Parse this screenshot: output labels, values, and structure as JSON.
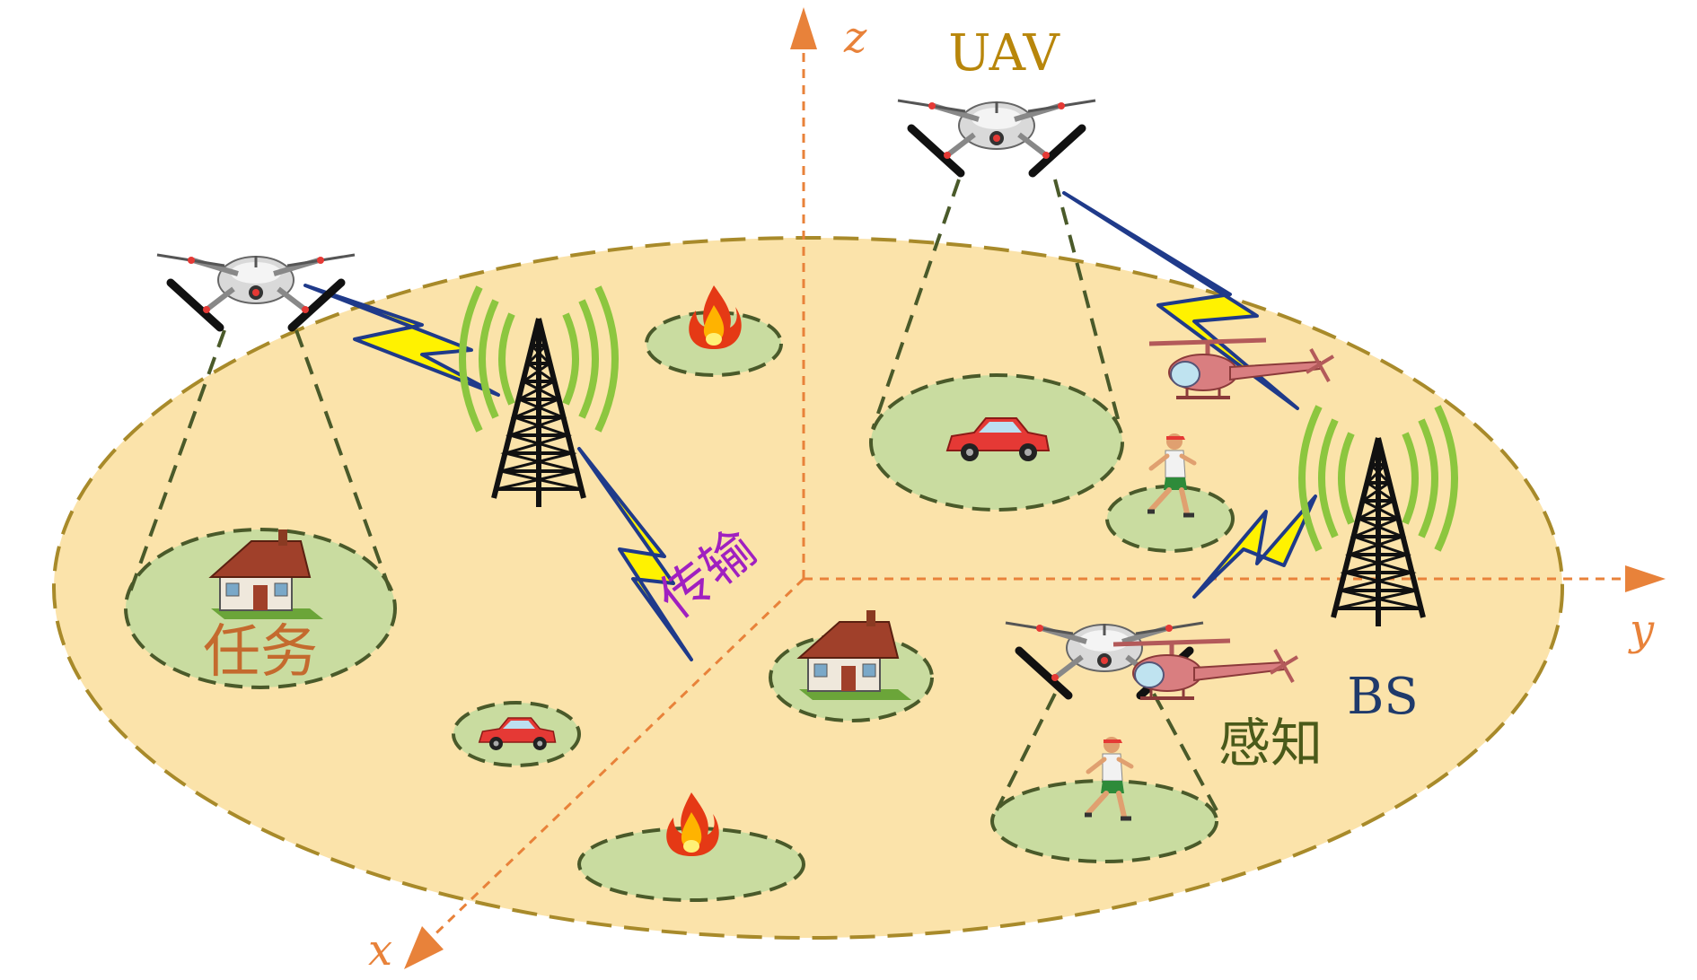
{
  "labels": {
    "uav": "UAV",
    "bs": "BS",
    "task": "任务",
    "transmission": "传输",
    "sensing": "感知"
  },
  "axes": {
    "x": "x",
    "y": "y",
    "z": "z"
  },
  "colors": {
    "ground_fill": "#FBE3AA",
    "ground_border": "#A88A2A",
    "zone_fill": "#C9DCA0",
    "zone_border": "#4A5A2A",
    "axis": "#E8823A",
    "link_bolt": "#FFF200",
    "link_edge": "#1F3A8A",
    "signal_waves": "#8CC63F",
    "uav_label": "#B8860B",
    "bs_label": "#1F3A6B",
    "task_label": "#C46A2E",
    "transmission_label": "#A020C0",
    "sensing_label": "#4A5A1A"
  },
  "icons": [
    "uav-drone-icon",
    "base-station-tower-icon",
    "house-icon",
    "car-icon",
    "fire-icon",
    "helicopter-icon",
    "runner-icon",
    "lightning-link-icon"
  ]
}
